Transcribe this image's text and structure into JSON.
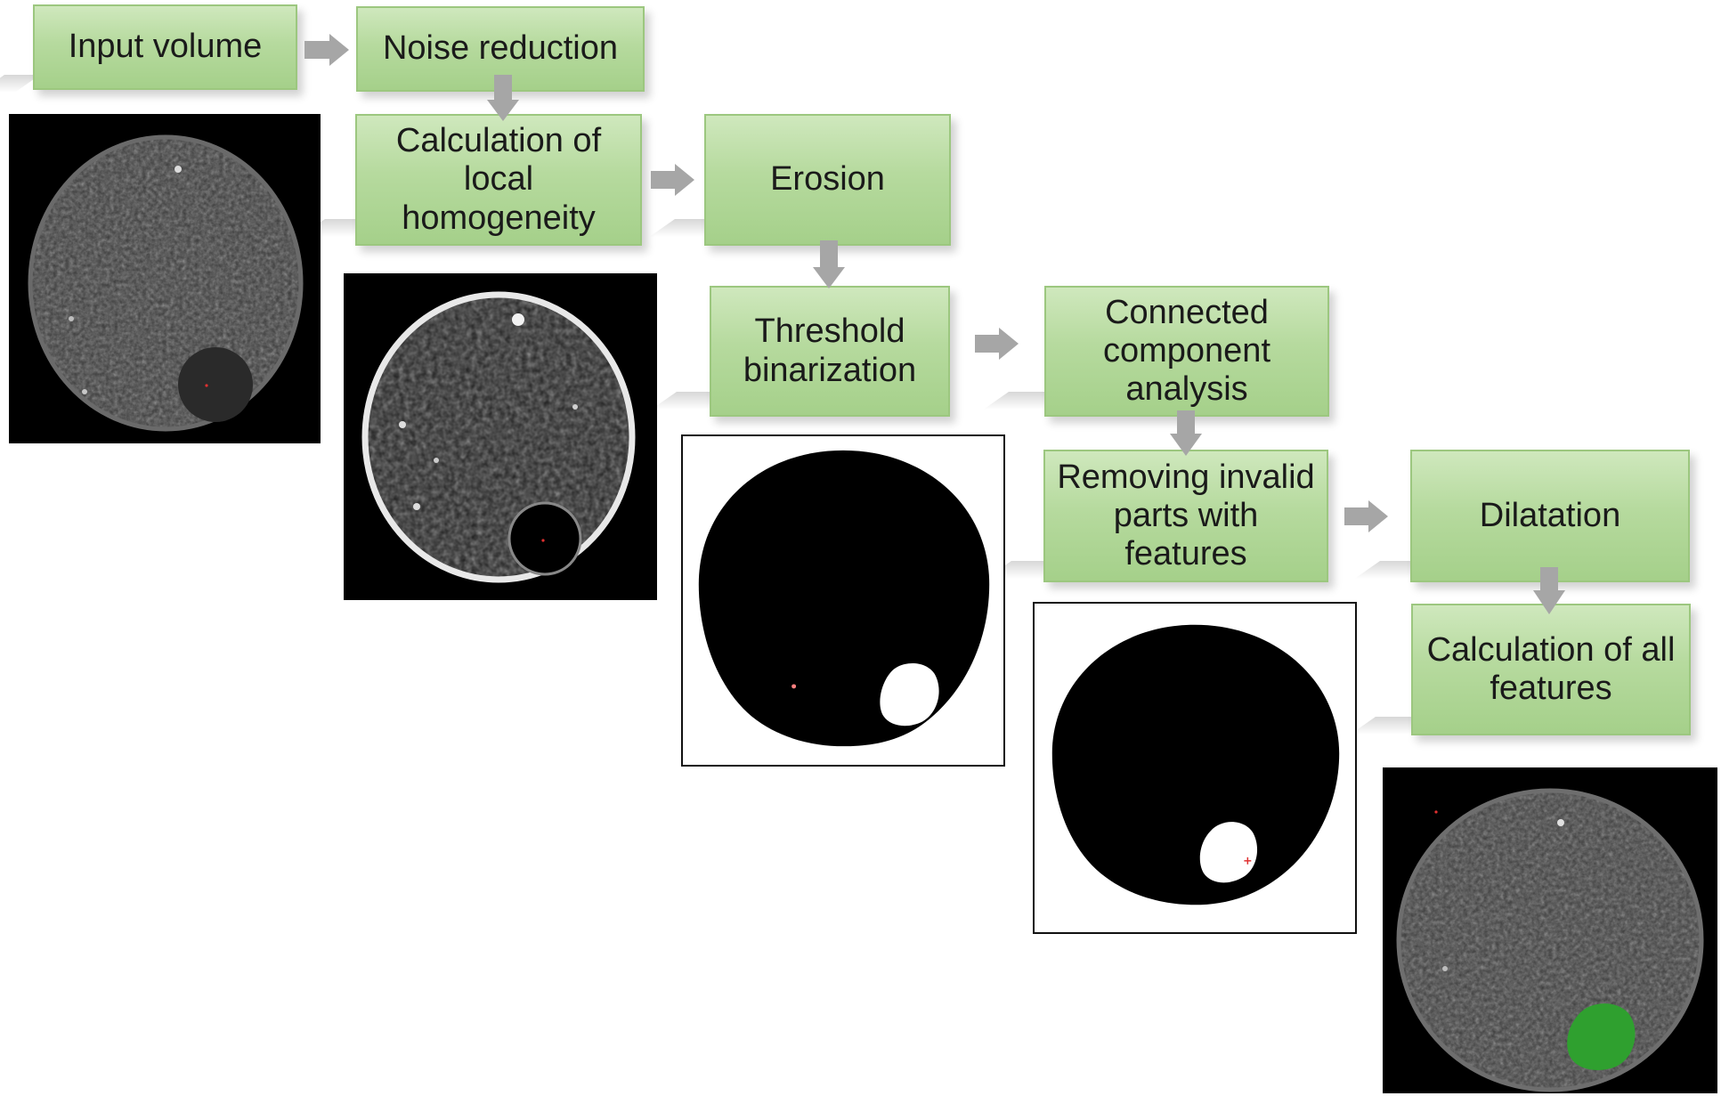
{
  "steps": [
    {
      "id": "input",
      "label": "Input volume"
    },
    {
      "id": "noise",
      "label": "Noise reduction"
    },
    {
      "id": "homog",
      "label": "Calculation of local homogeneity"
    },
    {
      "id": "erosion",
      "label": "Erosion"
    },
    {
      "id": "threshold",
      "label": "Threshold binarization"
    },
    {
      "id": "cca",
      "label": "Connected component analysis"
    },
    {
      "id": "remove",
      "label": "Removing invalid parts with features"
    },
    {
      "id": "dilat",
      "label": "Dilatation"
    },
    {
      "id": "calcall",
      "label": "Calculation of all features"
    }
  ],
  "arrows": [
    {
      "from": "input",
      "to": "noise",
      "direction": "right"
    },
    {
      "from": "noise",
      "to": "homog",
      "direction": "down"
    },
    {
      "from": "homog",
      "to": "erosion",
      "direction": "right"
    },
    {
      "from": "erosion",
      "to": "threshold",
      "direction": "down"
    },
    {
      "from": "threshold",
      "to": "cca",
      "direction": "right"
    },
    {
      "from": "cca",
      "to": "remove",
      "direction": "down"
    },
    {
      "from": "remove",
      "to": "dilat",
      "direction": "right"
    },
    {
      "from": "dilat",
      "to": "calcall",
      "direction": "down"
    }
  ],
  "images": [
    {
      "id": "img-input-volume",
      "kind": "ct-slice-grayscale"
    },
    {
      "id": "img-local-homogeneity",
      "kind": "homogeneity-map"
    },
    {
      "id": "img-threshold-binary",
      "kind": "binary-mask"
    },
    {
      "id": "img-valid-parts-binary",
      "kind": "binary-mask"
    },
    {
      "id": "img-final-segmentation",
      "kind": "ct-slice-with-green-segment"
    }
  ],
  "colors": {
    "box_fill": "#b6da9e",
    "box_border": "#9cc77f",
    "arrow": "#a6a6a6",
    "segment_highlight": "#2fa02f"
  }
}
